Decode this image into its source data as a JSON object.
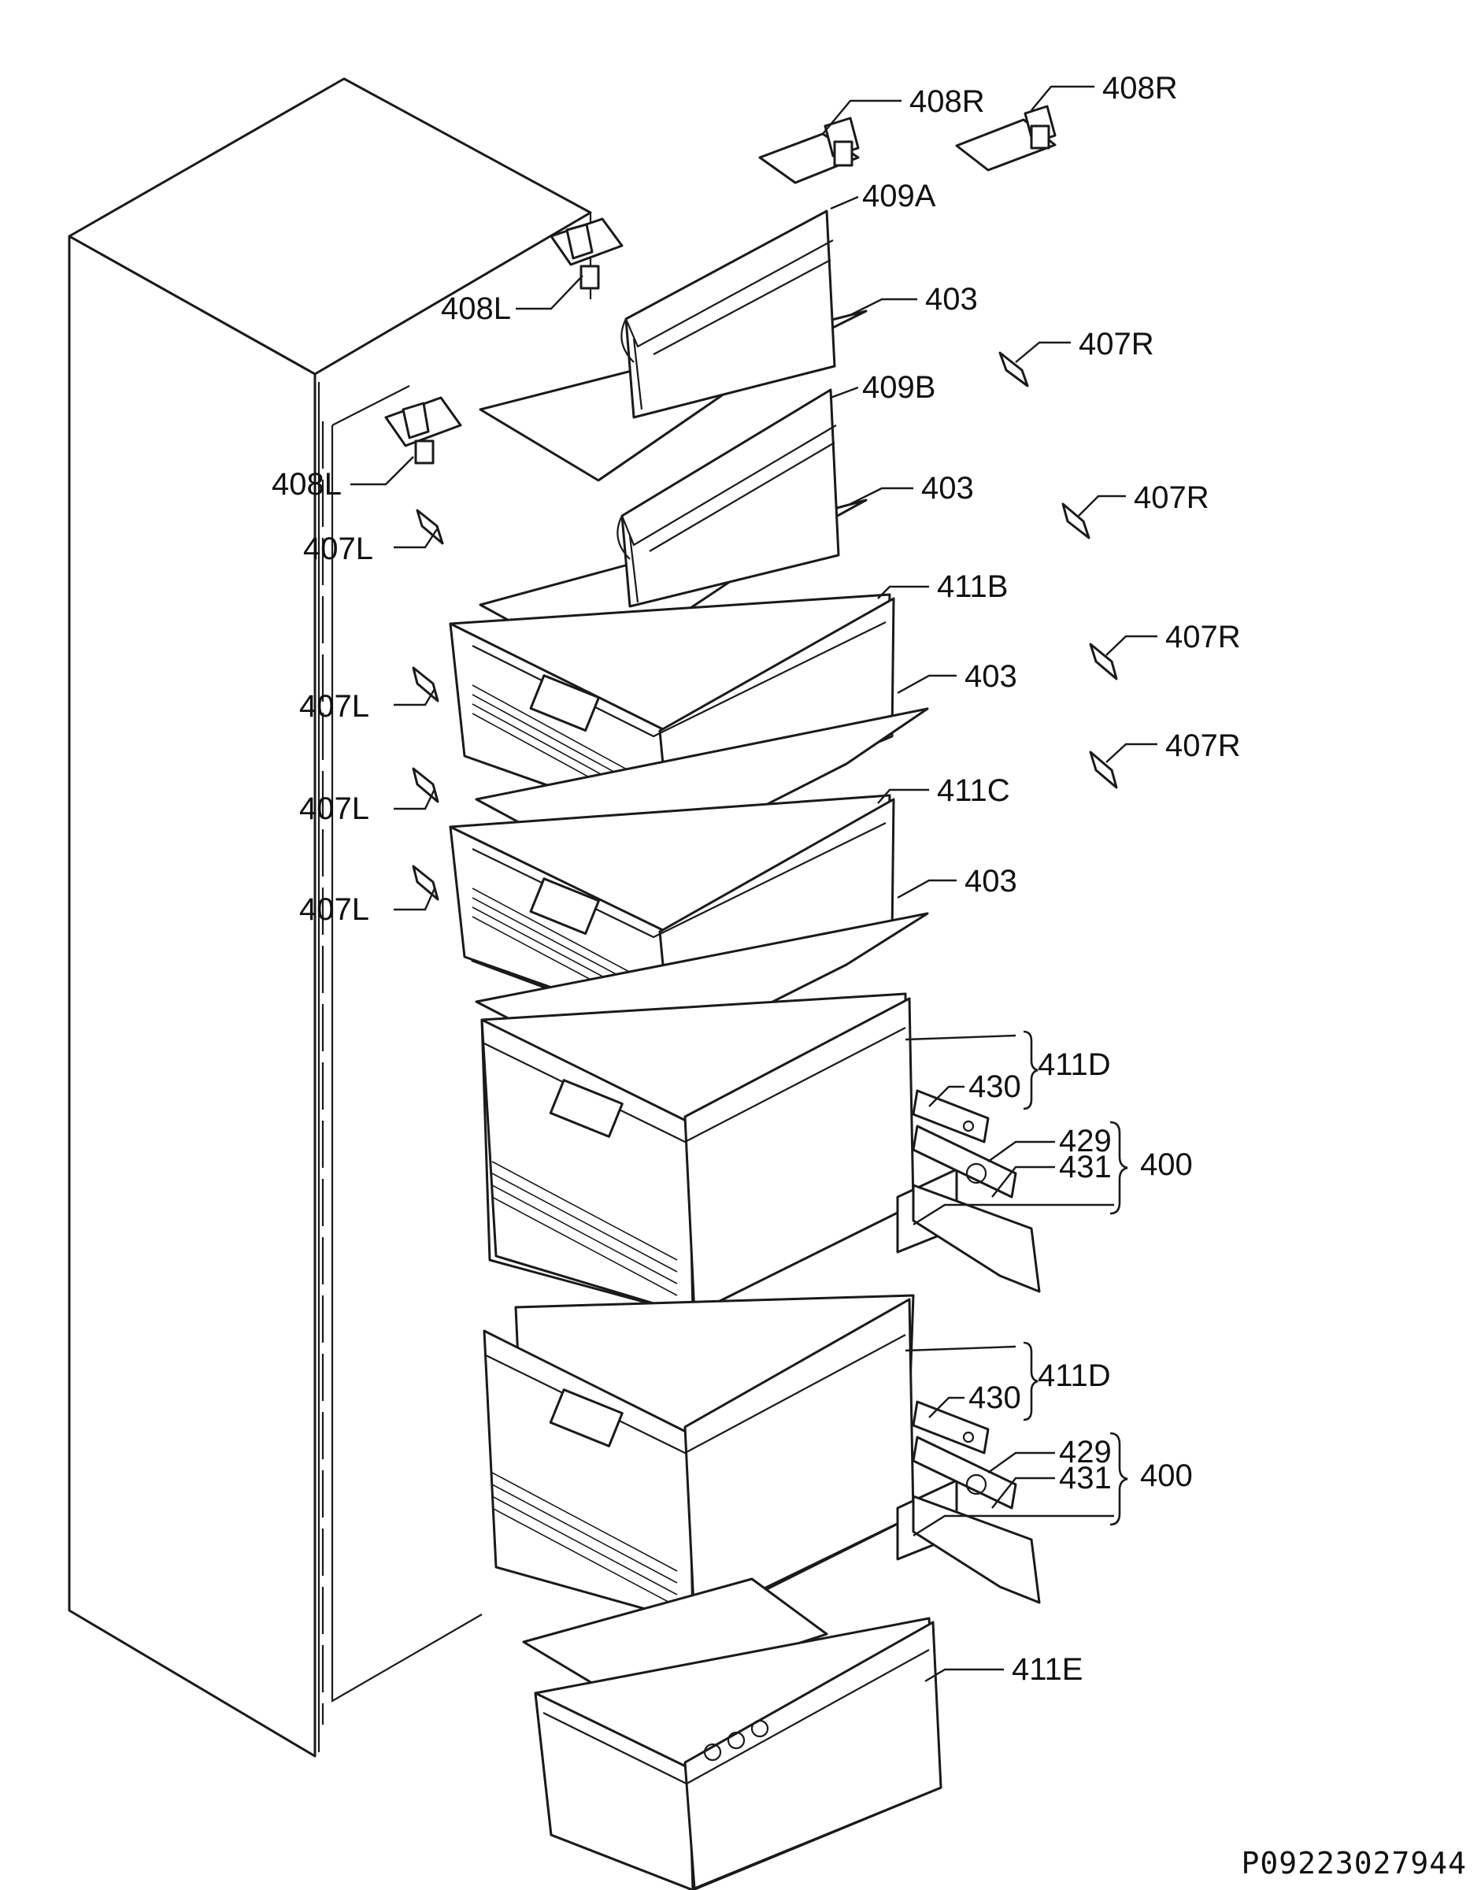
{
  "labels": {
    "l408R_a": "408R",
    "l408R_b": "408R",
    "l409A": "409A",
    "l408L_a": "408L",
    "l403_a": "403",
    "l407R_a": "407R",
    "l409B": "409B",
    "l408L_b": "408L",
    "l403_b": "403",
    "l407R_b": "407R",
    "l407L_a": "407L",
    "l411B": "411B",
    "l407R_c": "407R",
    "l403_c": "403",
    "l407L_b": "407L",
    "l407R_d": "407R",
    "l411C": "411C",
    "l407L_c": "407L",
    "l403_d": "403",
    "l407L_d": "407L",
    "l411D_a": "411D",
    "l430_a": "430",
    "l429_a": "429",
    "l400_a": "400",
    "l431_a": "431",
    "l411D_b": "411D",
    "l430_b": "430",
    "l429_b": "429",
    "l400_b": "400",
    "l431_b": "431",
    "l411E": "411E"
  },
  "reference_code": "P09223027944"
}
